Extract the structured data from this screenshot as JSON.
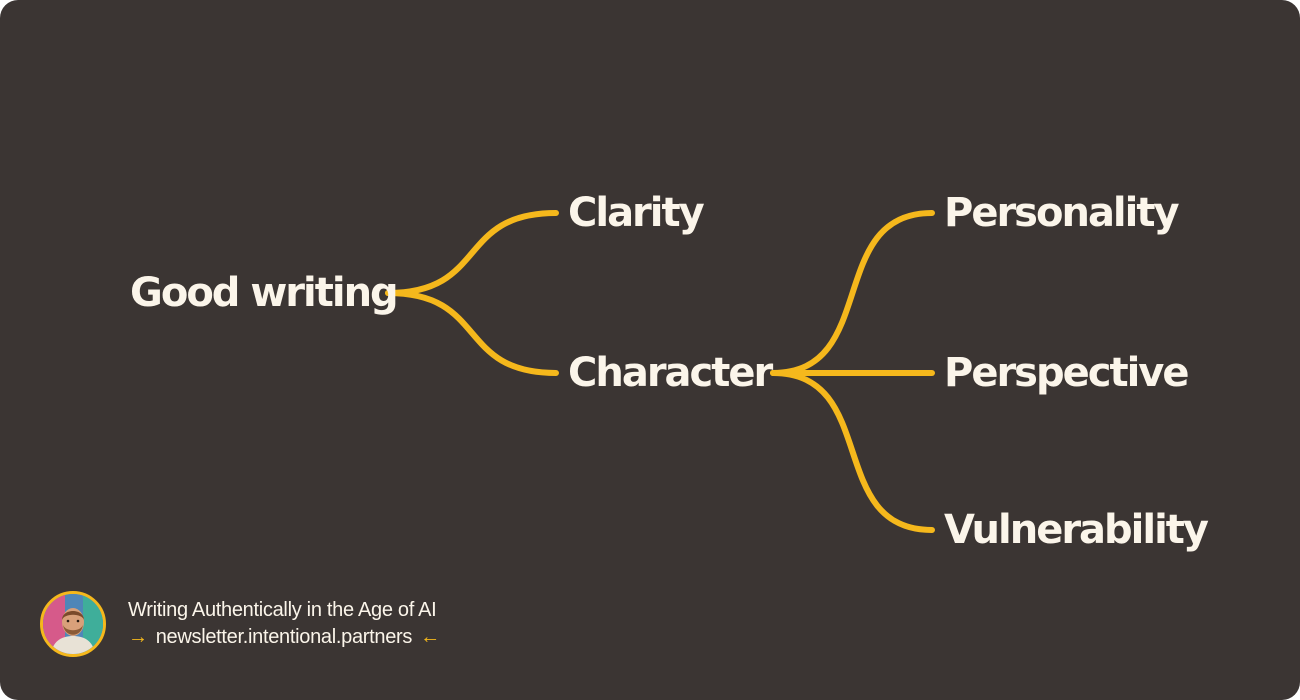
{
  "colors": {
    "background": "#3b3533",
    "accent": "#f5b81c",
    "text": "#fbf5ea"
  },
  "diagram": {
    "root": "Good writing",
    "level1": [
      "Clarity",
      "Character"
    ],
    "level2": [
      "Personality",
      "Perspective",
      "Vulnerability"
    ]
  },
  "footer": {
    "title": "Writing Authentically in the Age of AI",
    "link": "newsletter.intentional.partners",
    "arrow_before": "→",
    "arrow_after": "←"
  }
}
